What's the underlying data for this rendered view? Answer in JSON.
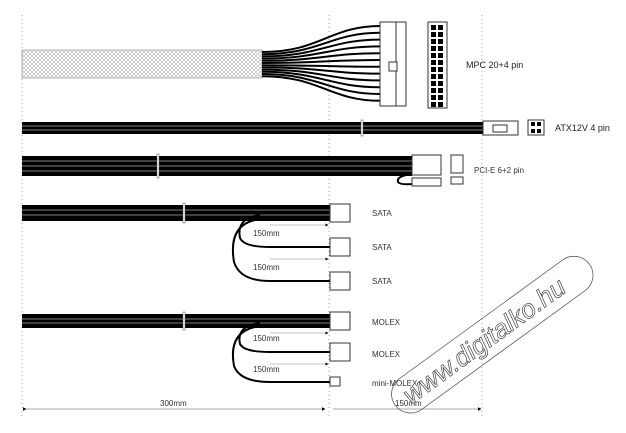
{
  "connectors": {
    "mpc": "MPC 20+4 pin",
    "atx12v": "ATX12V 4 pin",
    "pcie": "PCI-E 6+2 pin",
    "sata": [
      "SATA",
      "SATA",
      "SATA"
    ],
    "molex": [
      "MOLEX",
      "MOLEX",
      "mini-MOLEX"
    ]
  },
  "spacing": {
    "sata": [
      "150mm",
      "150mm"
    ],
    "molex": [
      "150mm",
      "150mm"
    ]
  },
  "dimensions": {
    "main": "300mm",
    "extension": "150mm"
  },
  "watermark": "www.digitalko.hu"
}
